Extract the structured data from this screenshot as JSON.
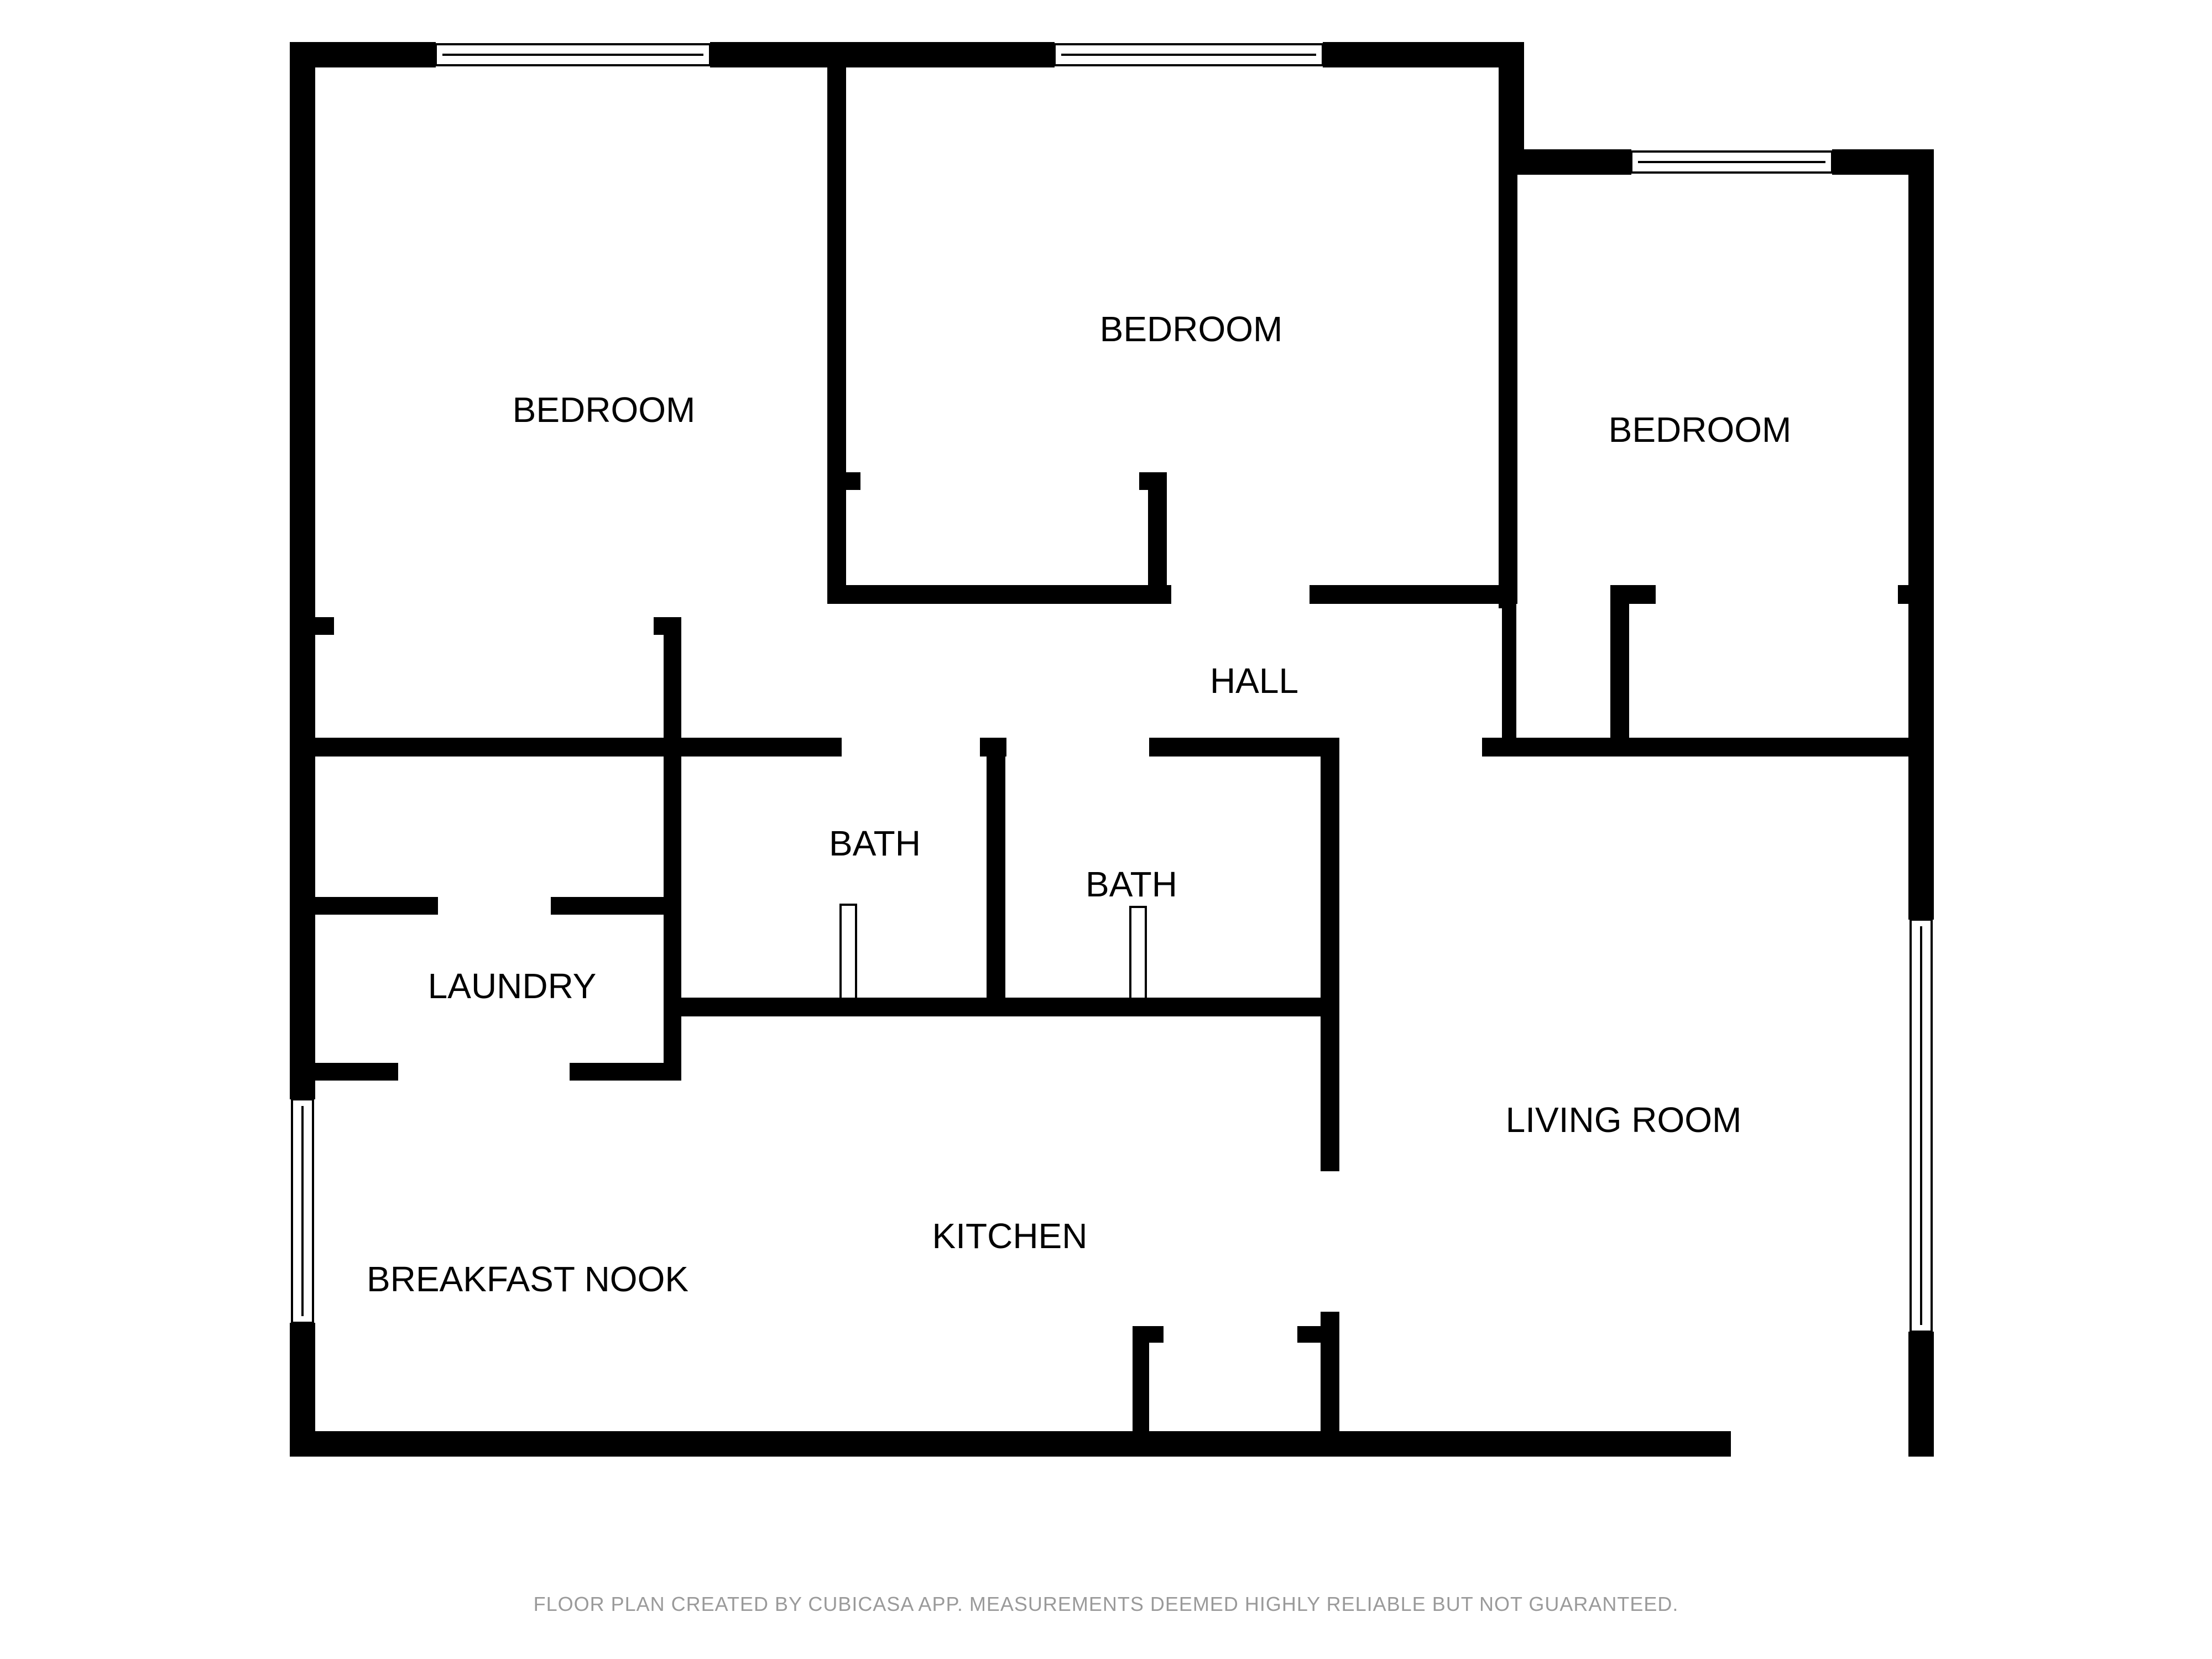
{
  "colors": {
    "wall": "#000000",
    "background": "#ffffff",
    "footer_text": "#9a9a9a",
    "window_frame": "#000000"
  },
  "rooms": {
    "bedroom_1": "BEDROOM",
    "bedroom_2": "BEDROOM",
    "bedroom_3": "BEDROOM",
    "hall": "HALL",
    "bath_1": "BATH",
    "bath_2": "BATH",
    "laundry": "LAUNDRY",
    "living_room": "LIVING ROOM",
    "kitchen": "KITCHEN",
    "breakfast_nook": "BREAKFAST NOOK"
  },
  "footer": {
    "disclaimer": "FLOOR PLAN CREATED BY CUBICASA APP. MEASUREMENTS DEEMED HIGHLY RELIABLE BUT NOT GUARANTEED."
  }
}
